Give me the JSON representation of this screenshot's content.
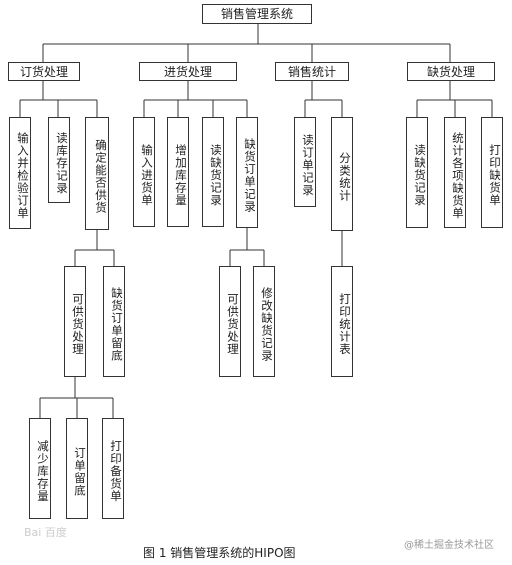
{
  "diagram": {
    "root": "销售管理系统",
    "level1": [
      "订货处理",
      "进货处理",
      "销售统计",
      "缺货处理"
    ],
    "order_children": [
      "输入并检验订单",
      "读库存记录",
      "确定能否供货"
    ],
    "order_sub": [
      "可供货处理",
      "缺货订单留底"
    ],
    "order_subsub": [
      "减少库存量",
      "订单留底",
      "打印备货单"
    ],
    "stock_children": [
      "输入进货单",
      "增加库存量",
      "读缺货记录",
      "缺货订单记录"
    ],
    "stock_sub": [
      "可供货处理",
      "修改缺货记录"
    ],
    "stats_children": [
      "读订单记录",
      "分类统计"
    ],
    "stats_sub": [
      "打印统计表"
    ],
    "short_children": [
      "读缺货记录",
      "统计各项缺货单",
      "打印缺货单"
    ]
  },
  "caption": "图 1 销售管理系统的HIPO图",
  "watermark_right": "@稀土掘金技术社区",
  "watermark_left": "Bai 百度"
}
